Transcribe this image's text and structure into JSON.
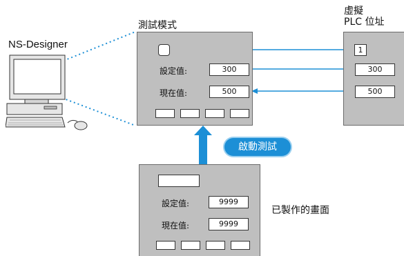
{
  "labels": {
    "test_mode": "測試模式",
    "virtual_plc_line1": "虛擬",
    "virtual_plc_line2": "PLC 位址",
    "app_name": "NS-Designer",
    "created_screen": "已製作的畫面",
    "start_test": "啟動測試"
  },
  "test_panel": {
    "setting_label": "設定值:",
    "setting_value": "300",
    "current_label": "現在值:",
    "current_value": "500"
  },
  "plc_panel": {
    "address_1": "1",
    "value_1": "300",
    "value_2": "500"
  },
  "created_panel": {
    "setting_label": "設定值:",
    "setting_value": "9999",
    "current_label": "現在值:",
    "current_value": "9999"
  },
  "colors": {
    "arrow": "#1c8fd6",
    "panel": "#bfbfbf",
    "badge": "#1c8fd6"
  }
}
